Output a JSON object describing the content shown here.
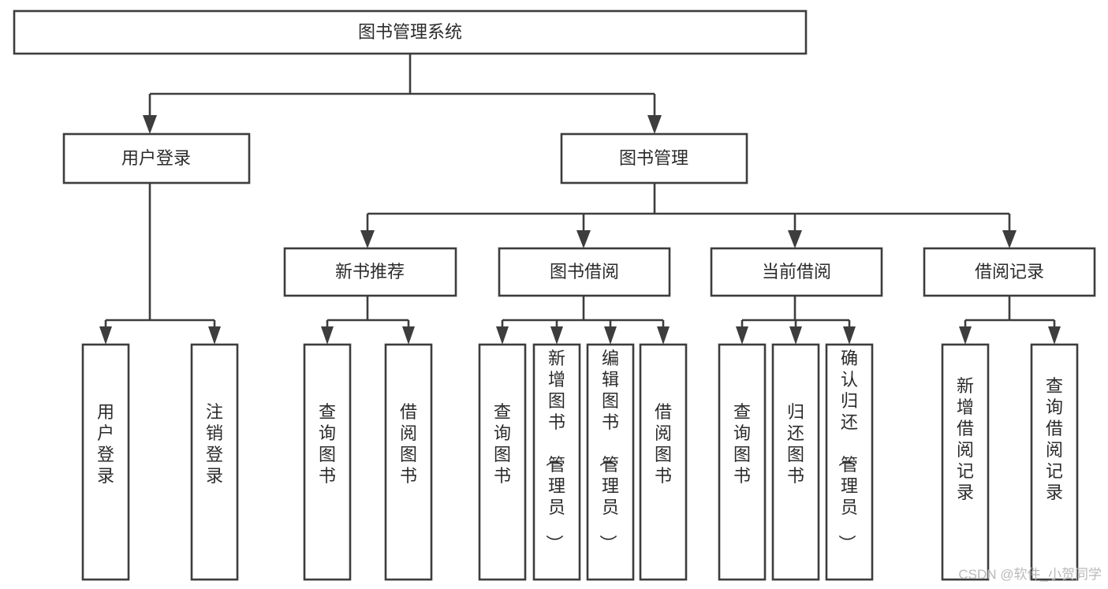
{
  "diagram": {
    "type": "tree-hierarchy-chart",
    "title": "图书管理系统",
    "orientation": "top-down",
    "colors": {
      "box_stroke": "#3d3d3d",
      "box_fill": "#ffffff",
      "connector": "#3d3d3d",
      "text": "#2b2b2b",
      "background": "#ffffff",
      "watermark": "#b9b9b9"
    },
    "levels": {
      "level1": [
        {
          "id": "root",
          "label": "图书管理系统",
          "orientation": "horizontal"
        }
      ],
      "level2": [
        {
          "id": "login",
          "label": "用户登录",
          "orientation": "horizontal"
        },
        {
          "id": "bookmgmt",
          "label": "图书管理",
          "orientation": "horizontal"
        }
      ],
      "level3": [
        {
          "id": "newbook",
          "label": "新书推荐",
          "orientation": "horizontal",
          "parent": "bookmgmt"
        },
        {
          "id": "borrow",
          "label": "图书借阅",
          "orientation": "horizontal",
          "parent": "bookmgmt"
        },
        {
          "id": "current",
          "label": "当前借阅",
          "orientation": "horizontal",
          "parent": "bookmgmt"
        },
        {
          "id": "records",
          "label": "借阅记录",
          "orientation": "horizontal",
          "parent": "bookmgmt"
        }
      ],
      "level4": [
        {
          "id": "leaf-login-1",
          "label": "用户登录",
          "orientation": "vertical",
          "parent": "login"
        },
        {
          "id": "leaf-login-2",
          "label": "注销登录",
          "orientation": "vertical",
          "parent": "login"
        },
        {
          "id": "leaf-newbook-1",
          "label": "查询图书",
          "orientation": "vertical",
          "parent": "newbook"
        },
        {
          "id": "leaf-newbook-2",
          "label": "借阅图书",
          "orientation": "vertical",
          "parent": "newbook"
        },
        {
          "id": "leaf-borrow-1",
          "label": "查询图书",
          "orientation": "vertical",
          "parent": "borrow"
        },
        {
          "id": "leaf-borrow-2",
          "label": "新增图书（管理员）",
          "orientation": "vertical",
          "parent": "borrow"
        },
        {
          "id": "leaf-borrow-3",
          "label": "编辑图书（管理员）",
          "orientation": "vertical",
          "parent": "borrow"
        },
        {
          "id": "leaf-borrow-4",
          "label": "借阅图书",
          "orientation": "vertical",
          "parent": "borrow"
        },
        {
          "id": "leaf-current-1",
          "label": "查询图书",
          "orientation": "vertical",
          "parent": "current"
        },
        {
          "id": "leaf-current-2",
          "label": "归还图书",
          "orientation": "vertical",
          "parent": "current"
        },
        {
          "id": "leaf-current-3",
          "label": "确认归还（管理员）",
          "orientation": "vertical",
          "parent": "current"
        },
        {
          "id": "leaf-records-1",
          "label": "新增借阅记录",
          "orientation": "vertical",
          "parent": "records"
        },
        {
          "id": "leaf-records-2",
          "label": "查询借阅记录",
          "orientation": "vertical",
          "parent": "records"
        }
      ]
    }
  },
  "watermark": {
    "text": "CSDN @软件_小贺同学"
  }
}
